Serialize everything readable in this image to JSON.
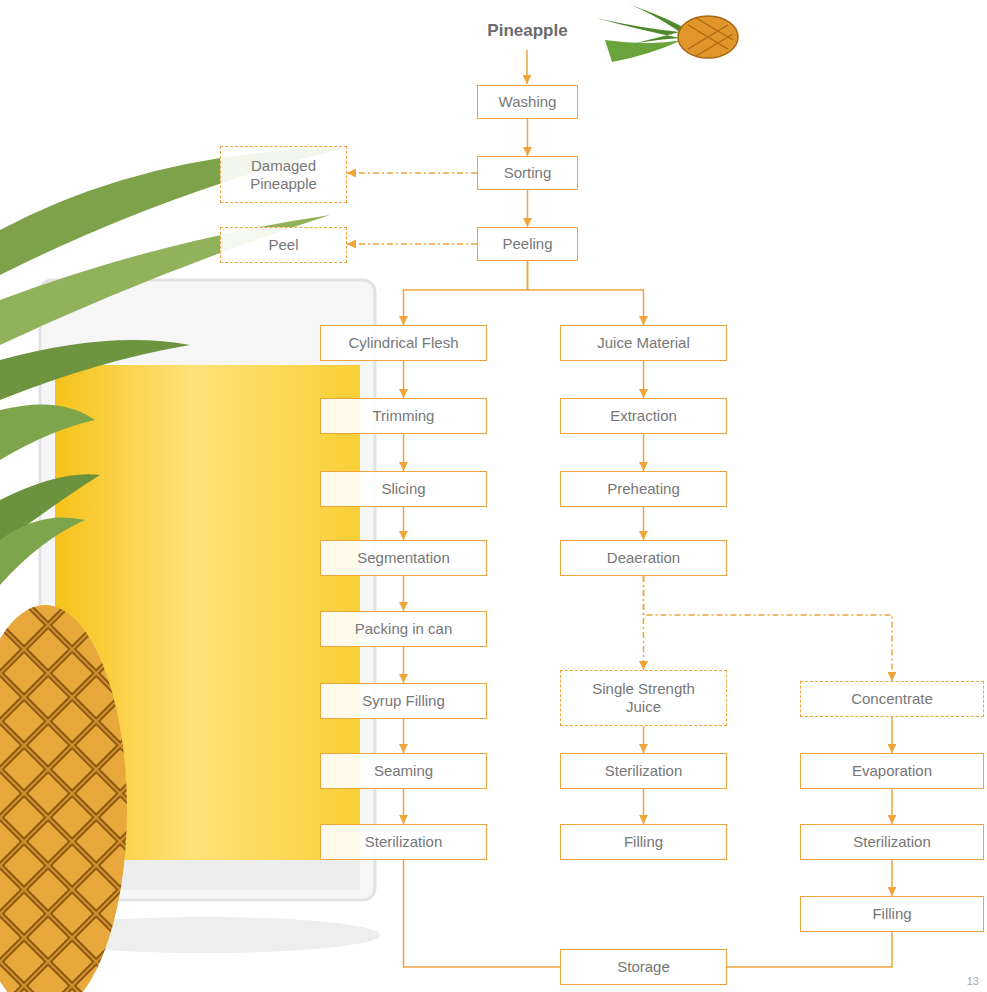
{
  "diagram": {
    "title": "Pineapple",
    "nodes": [
      {
        "text": [
          "Washing"
        ]
      },
      {
        "text": [
          "Sorting"
        ]
      },
      {
        "text": [
          "Damaged Pineapple"
        ]
      },
      {
        "text": [
          "Peeling"
        ]
      },
      {
        "text": [
          "Peel"
        ]
      },
      {
        "text": [
          "Cylindrical Flesh"
        ]
      },
      {
        "text": [
          "Trimming"
        ]
      },
      {
        "text": [
          "Slicing"
        ]
      },
      {
        "text": [
          "Segmentation"
        ]
      },
      {
        "text": [
          "Packing in can"
        ]
      },
      {
        "text": [
          "Syrup Filling"
        ]
      },
      {
        "text": [
          "Seaming"
        ]
      },
      {
        "text": [
          "Sterilization"
        ]
      },
      {
        "text": [
          "Juice Material"
        ]
      },
      {
        "text": [
          "Extraction"
        ]
      },
      {
        "text": [
          "Preheating"
        ]
      },
      {
        "text": [
          "Deaeration"
        ]
      },
      {
        "text": [
          "Single Strength Juice"
        ]
      },
      {
        "text": [
          "Sterilization"
        ]
      },
      {
        "text": [
          "Filling"
        ]
      },
      {
        "text": [
          "Concentrate"
        ]
      },
      {
        "text": [
          "Evaporation"
        ]
      },
      {
        "text": [
          "Sterilization"
        ]
      },
      {
        "text": [
          "Filling"
        ]
      },
      {
        "text": [
          "Storage"
        ]
      }
    ],
    "edges": [
      {
        "from": 0,
        "to": 1,
        "arrow": "to"
      },
      {
        "from": 1,
        "to": 2,
        "arrow": "to"
      },
      {
        "from": 1,
        "to": 3,
        "arrow": "to"
      },
      {
        "from": 3,
        "to": 4,
        "arrow": "to"
      },
      {
        "from": 3,
        "to": 5,
        "arrow": "to"
      },
      {
        "from": 3,
        "to": 13,
        "arrow": "to"
      },
      {
        "from": 5,
        "to": 6,
        "arrow": "to"
      },
      {
        "from": 6,
        "to": 7,
        "arrow": "to"
      },
      {
        "from": 7,
        "to": 8,
        "arrow": "to"
      },
      {
        "from": 8,
        "to": 9,
        "arrow": "to"
      },
      {
        "from": 9,
        "to": 10,
        "arrow": "to"
      },
      {
        "from": 10,
        "to": 11,
        "arrow": "to"
      },
      {
        "from": 11,
        "to": 12,
        "arrow": "to"
      },
      {
        "from": 13,
        "to": 14,
        "arrow": "to"
      },
      {
        "from": 14,
        "to": 15,
        "arrow": "to"
      },
      {
        "from": 15,
        "to": 16,
        "arrow": "to"
      },
      {
        "from": 16,
        "to": 17,
        "arrow": "to"
      },
      {
        "from": 16,
        "to": 20,
        "arrow": "to"
      },
      {
        "from": 17,
        "to": 18,
        "arrow": "to"
      },
      {
        "from": 18,
        "to": 19,
        "arrow": "to"
      },
      {
        "from": 20,
        "to": 21,
        "arrow": "to"
      },
      {
        "from": 21,
        "to": 22,
        "arrow": "to"
      },
      {
        "from": 22,
        "to": 23,
        "arrow": "to"
      },
      {
        "from": 12,
        "to": 24,
        "arrow": "none"
      },
      {
        "from": 23,
        "to": 24,
        "arrow": "none"
      }
    ],
    "labels": [
      "13"
    ]
  }
}
